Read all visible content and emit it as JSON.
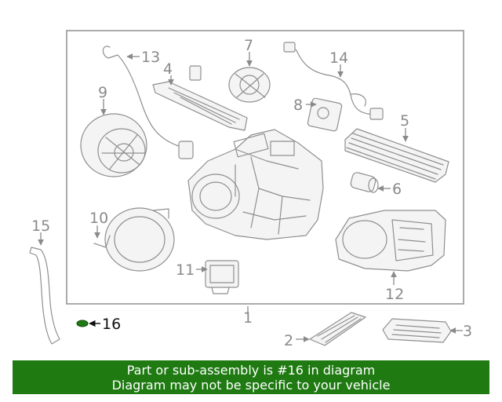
{
  "diagram": {
    "callouts": {
      "c1": "1",
      "c2": "2",
      "c3": "3",
      "c4": "4",
      "c5": "5",
      "c6": "6",
      "c7": "7",
      "c8": "8",
      "c9": "9",
      "c10": "10",
      "c11": "11",
      "c12": "12",
      "c13": "13",
      "c14": "14",
      "c15": "15",
      "c16": "16"
    },
    "highlight_color": "#1e7a12"
  },
  "banner": {
    "line1": "Part or sub-assembly is #16 in diagram",
    "line2": "Diagram may not be specific to your vehicle",
    "color": "#1f7a12"
  }
}
